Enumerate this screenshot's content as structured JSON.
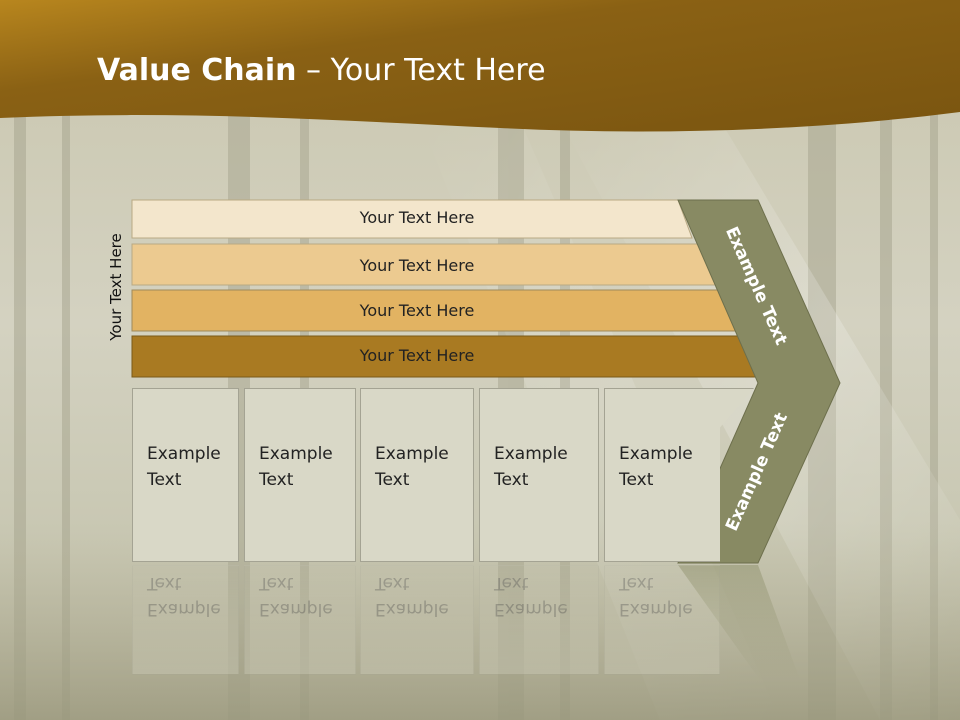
{
  "slide": {
    "title_bold": "Value Chain",
    "title_rest": " – Your Text Here"
  },
  "side_label": "Your Text Here",
  "bars": [
    {
      "label": "Your Text Here",
      "color": "#f3e6cc"
    },
    {
      "label": "Your Text Here",
      "color": "#ecca90"
    },
    {
      "label": "Your Text Here",
      "color": "#e2b362"
    },
    {
      "label": "Your Text Here",
      "color": "#a97a22"
    }
  ],
  "boxes": [
    {
      "line1": "Example",
      "line2": "Text"
    },
    {
      "line1": "Example",
      "line2": "Text"
    },
    {
      "line1": "Example",
      "line2": "Text"
    },
    {
      "line1": "Example",
      "line2": "Text"
    },
    {
      "line1": "Example",
      "line2": "Text"
    }
  ],
  "chevron": {
    "upper_label": "Example Text",
    "lower_label": "Example Text",
    "color": "#888a63"
  },
  "colors": {
    "header_dark": "#6e4e0f",
    "header_mid": "#a77b22"
  }
}
